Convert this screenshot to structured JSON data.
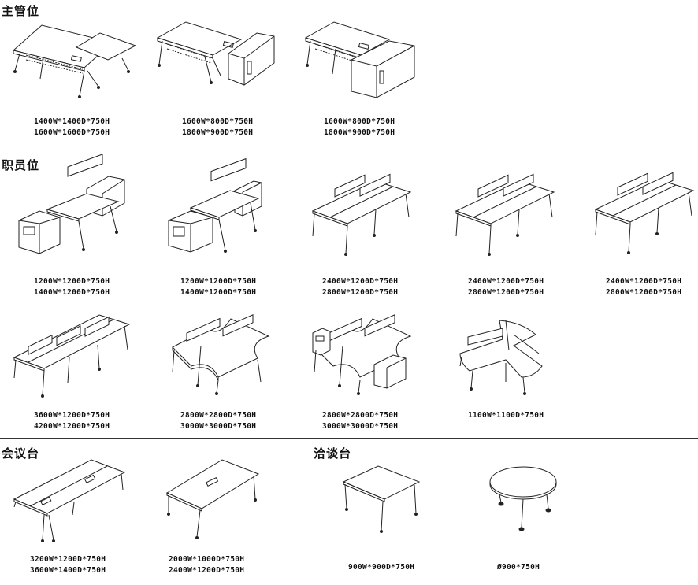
{
  "sections": {
    "manager": "主管位",
    "staff": "职员位",
    "meeting": "会议台",
    "negotiation": "洽谈台"
  },
  "manager_items": [
    {
      "icon": "l-desk-icon",
      "lines": [
        "1400W*1400D*750H",
        "1600W*1600D*750H"
      ]
    },
    {
      "icon": "desk-cabinet-icon",
      "lines": [
        "1600W*800D*750H",
        "1800W*900D*750H"
      ]
    },
    {
      "icon": "desk-side-cabinet-icon",
      "lines": [
        "1600W*800D*750H",
        "1800W*900D*750H"
      ]
    }
  ],
  "staff_row1": [
    {
      "icon": "two-seat-cabinet-icon",
      "lines": [
        "1200W*1200D*750H",
        "1400W*1200D*750H"
      ]
    },
    {
      "icon": "two-seat-cabinet-icon",
      "lines": [
        "1200W*1200D*750H",
        "1400W*1200D*750H"
      ]
    },
    {
      "icon": "four-seat-bench-icon",
      "lines": [
        "2400W*1200D*750H",
        "2800W*1200D*750H"
      ]
    },
    {
      "icon": "four-seat-bench-icon",
      "lines": [
        "2400W*1200D*750H",
        "2800W*1200D*750H"
      ]
    },
    {
      "icon": "four-seat-bench-icon",
      "lines": [
        "2400W*1200D*750H",
        "2800W*1200D*750H"
      ]
    }
  ],
  "staff_row2": [
    {
      "icon": "six-seat-bench-icon",
      "lines": [
        "3600W*1200D*750H",
        "4200W*1200D*750H"
      ]
    },
    {
      "icon": "cross-four-seat-icon",
      "lines": [
        "2800W*2800D*750H",
        "3000W*3000D*750H"
      ]
    },
    {
      "icon": "cross-four-seat-cabinet-icon",
      "lines": [
        "2800W*2800D*750H",
        "3000W*3000D*750H"
      ]
    },
    {
      "icon": "three-seat-pod-icon",
      "lines": [
        "1100W*1100D*750H"
      ]
    }
  ],
  "meeting_items": [
    {
      "icon": "long-meeting-table-icon",
      "lines": [
        "3200W*1200D*750H",
        "3600W*1400D*750H"
      ]
    },
    {
      "icon": "meeting-table-icon",
      "lines": [
        "2000W*1000D*750H",
        "2400W*1200D*750H"
      ]
    }
  ],
  "negotiation_items": [
    {
      "icon": "square-table-icon",
      "lines": [
        "900W*900D*750H"
      ]
    },
    {
      "icon": "round-table-icon",
      "lines": [
        "Ø900*750H"
      ]
    }
  ]
}
